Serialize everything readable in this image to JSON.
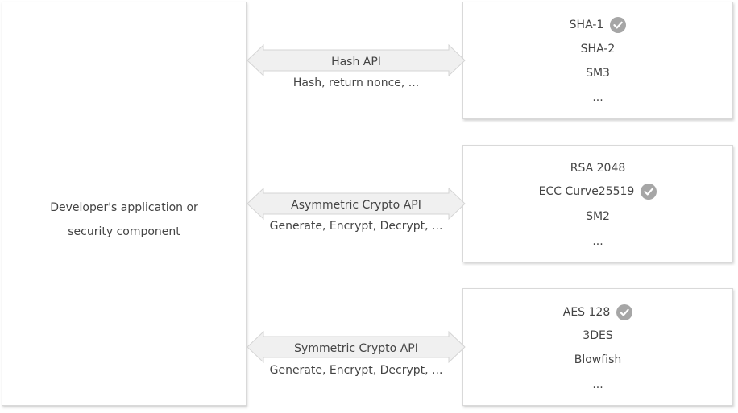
{
  "application": {
    "label_line1": "Developer's application or",
    "label_line2": "security component"
  },
  "apis": [
    {
      "title": "Hash API",
      "subtitle": "Hash, return nonce, ..."
    },
    {
      "title": "Asymmetric Crypto API",
      "subtitle": "Generate, Encrypt, Decrypt, ..."
    },
    {
      "title": "Symmetric Crypto API",
      "subtitle": "Generate, Encrypt, Decrypt, ..."
    }
  ],
  "providers": [
    {
      "items": [
        {
          "name": "SHA-1",
          "checked": true
        },
        {
          "name": "SHA-2",
          "checked": false
        },
        {
          "name": "SM3",
          "checked": false
        },
        {
          "name": "...",
          "checked": false
        }
      ]
    },
    {
      "items": [
        {
          "name": "RSA 2048",
          "checked": false
        },
        {
          "name": "ECC Curve25519",
          "checked": true
        },
        {
          "name": "SM2",
          "checked": false
        },
        {
          "name": "...",
          "checked": false
        }
      ]
    },
    {
      "items": [
        {
          "name": "AES 128",
          "checked": true
        },
        {
          "name": "3DES",
          "checked": false
        },
        {
          "name": "Blowfish",
          "checked": false
        },
        {
          "name": "...",
          "checked": false
        }
      ]
    }
  ],
  "colors": {
    "arrow_fill": "#f0f0f0",
    "arrow_stroke": "#d4d4d4",
    "check": "#a6a6a6",
    "text": "#444444"
  }
}
